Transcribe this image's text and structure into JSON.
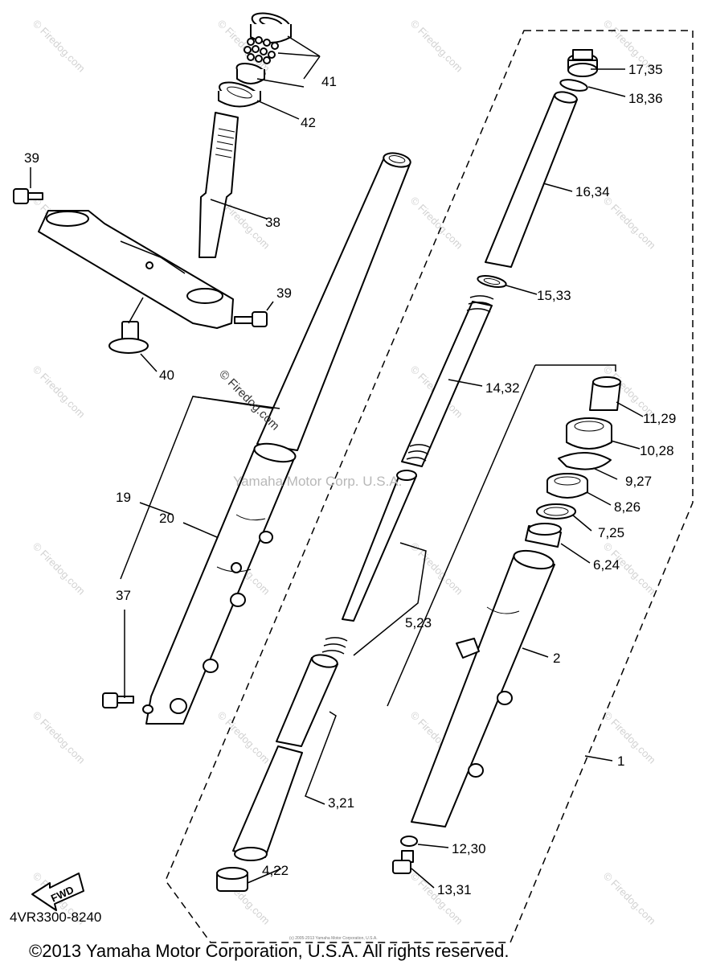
{
  "diagram_code": "4VR3300-8240",
  "copyright": "©2013 Yamaha Motor Corporation, U.S.A. All rights reserved.",
  "small_notice": "(c) 2005-2013 Yamaha Motor Corporation, U.S.A.",
  "center_watermark": "Yamaha Motor Corp. U.S.A.",
  "firedog_watermark": "© Firedog.com",
  "fwd_label": "FWD",
  "callouts": {
    "c1": "1",
    "c2": "2",
    "c3": "3,21",
    "c4": "4,22",
    "c5": "5,23",
    "c6": "6,24",
    "c7": "7,25",
    "c8": "8,26",
    "c9": "9,27",
    "c10": "10,28",
    "c11": "11,29",
    "c12": "12,30",
    "c13": "13,31",
    "c14": "14,32",
    "c15": "15,33",
    "c16": "16,34",
    "c17": "17,35",
    "c18": "18,36",
    "c19": "19",
    "c20": "20",
    "c37": "37",
    "c38": "38",
    "c39a": "39",
    "c39b": "39",
    "c40": "40",
    "c41": "41",
    "c42": "42"
  }
}
